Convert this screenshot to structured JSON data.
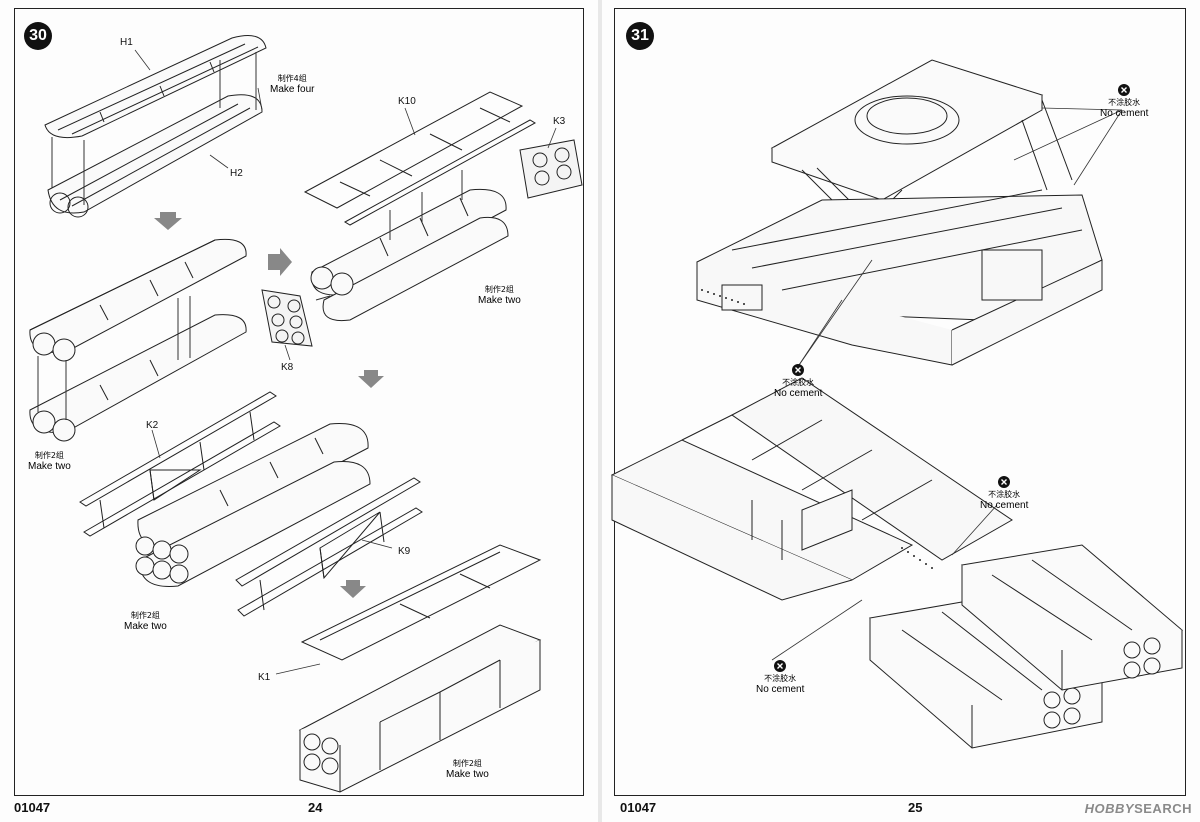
{
  "left_page": {
    "step": "30",
    "catalog": "01047",
    "page_number": "24",
    "parts": {
      "h1": "H1",
      "h2": "H2",
      "k10": "K10",
      "k3": "K3",
      "k8": "K8",
      "k2": "K2",
      "k9": "K9",
      "k1": "K1"
    },
    "notes": [
      {
        "cn": "制作4组",
        "en": "Make four"
      },
      {
        "cn": "制作2组",
        "en": "Make two"
      },
      {
        "cn": "制作2组",
        "en": "Make two"
      },
      {
        "cn": "制作2组",
        "en": "Make two"
      },
      {
        "cn": "制作2组",
        "en": "Make two"
      }
    ]
  },
  "right_page": {
    "step": "31",
    "catalog": "01047",
    "page_number": "25",
    "cement_notes": [
      {
        "cn": "不涂胶水",
        "en": "No cement"
      },
      {
        "cn": "不涂胶水",
        "en": "No cement"
      },
      {
        "cn": "不涂胶水",
        "en": "No cement"
      },
      {
        "cn": "不涂胶水",
        "en": "No cement"
      }
    ]
  },
  "watermark": {
    "brand": "HOBBY",
    "suffix": "SEARCH"
  },
  "icons": [
    "no-glue-icon",
    "assembly-arrow-icon"
  ]
}
